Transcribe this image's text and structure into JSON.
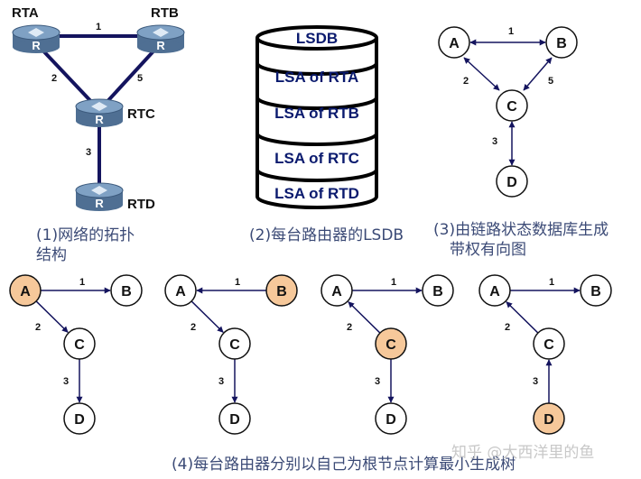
{
  "colors": {
    "link": "#14145e",
    "node_fill": "#ffffff",
    "root_fill": "#f6c89a",
    "router_top": "#7fa1c4",
    "router_side": "#4f6f93",
    "caption_text": "#3b4a76",
    "db_text": "#0a1a6e"
  },
  "panel1": {
    "routers": {
      "rta": "RTA",
      "rtb": "RTB",
      "rtc": "RTC",
      "rtd": "RTD"
    },
    "router_icon_letter": "R",
    "costs": {
      "ab": "1",
      "ac": "2",
      "bc": "5",
      "cd": "3"
    },
    "caption_line1": "(1)网络的拓扑",
    "caption_line2": "结构"
  },
  "panel2": {
    "layers": [
      "LSDB",
      "LSA of RTA",
      "LSA of RTB",
      "LSA of RTC",
      "LSA of RTD"
    ],
    "caption": "(2)每台路由器的LSDB"
  },
  "panel3": {
    "nodes": {
      "a": "A",
      "b": "B",
      "c": "C",
      "d": "D"
    },
    "costs": {
      "ab": "1",
      "ac": "2",
      "bc": "5",
      "cd": "3"
    },
    "caption_line1": "(3)由链路状态数据库生成",
    "caption_line2": "带权有向图"
  },
  "trees": [
    {
      "root": "A",
      "costs": {
        "ab": "1",
        "ac": "2",
        "cd": "3"
      }
    },
    {
      "root": "B",
      "costs": {
        "ab": "1",
        "ac": "2",
        "cd": "3"
      }
    },
    {
      "root": "C",
      "costs": {
        "ab": "1",
        "ac": "2",
        "cd": "3"
      }
    },
    {
      "root": "D",
      "costs": {
        "ab": "1",
        "ac": "2",
        "cd": "3"
      }
    }
  ],
  "tree_node_labels": {
    "a": "A",
    "b": "B",
    "c": "C",
    "d": "D"
  },
  "panel4": {
    "caption": "(4)每台路由器分别以自己为根节点计算最小生成树"
  },
  "watermark": "知乎 @大西洋里的鱼"
}
